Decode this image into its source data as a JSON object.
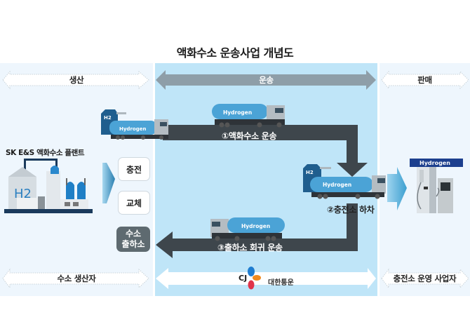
{
  "title": "액화수소 운송사업 개념도",
  "sections": {
    "production": {
      "header": "생산",
      "footer": "수소 생산자"
    },
    "transport": {
      "header": "운송",
      "footer_company": "대한통운",
      "footer_logo": "CJ"
    },
    "sales": {
      "header": "판매",
      "footer": "충전소 운영 사업자"
    }
  },
  "plant": {
    "label": "SK E&S 액화수소 플랜트",
    "tank_label": "H2"
  },
  "options": [
    {
      "label": "충전"
    },
    {
      "label": "교체"
    },
    {
      "label_line1": "수소",
      "label_line2": "출하소"
    }
  ],
  "routes": [
    {
      "label": "①액화수소 운송"
    },
    {
      "label": "②충전소 하차"
    },
    {
      "label": "③출하소 회귀 운송"
    }
  ],
  "trucks": {
    "tank_text": "Hydrogen",
    "tower_text": "H2"
  },
  "station": {
    "sign": "Hydrogen"
  },
  "colors": {
    "panel_side": "#eef6fd",
    "panel_mid": "#bfe5f8",
    "route_arrow": "#3e464c",
    "header_arrow": "#8e9ea8",
    "tank_blue": "#4ba3d6",
    "tower_navy": "#1f5e8e",
    "cj_blue": "#1f7dd0",
    "cj_orange": "#f08a1e",
    "cj_red": "#e0344a"
  }
}
